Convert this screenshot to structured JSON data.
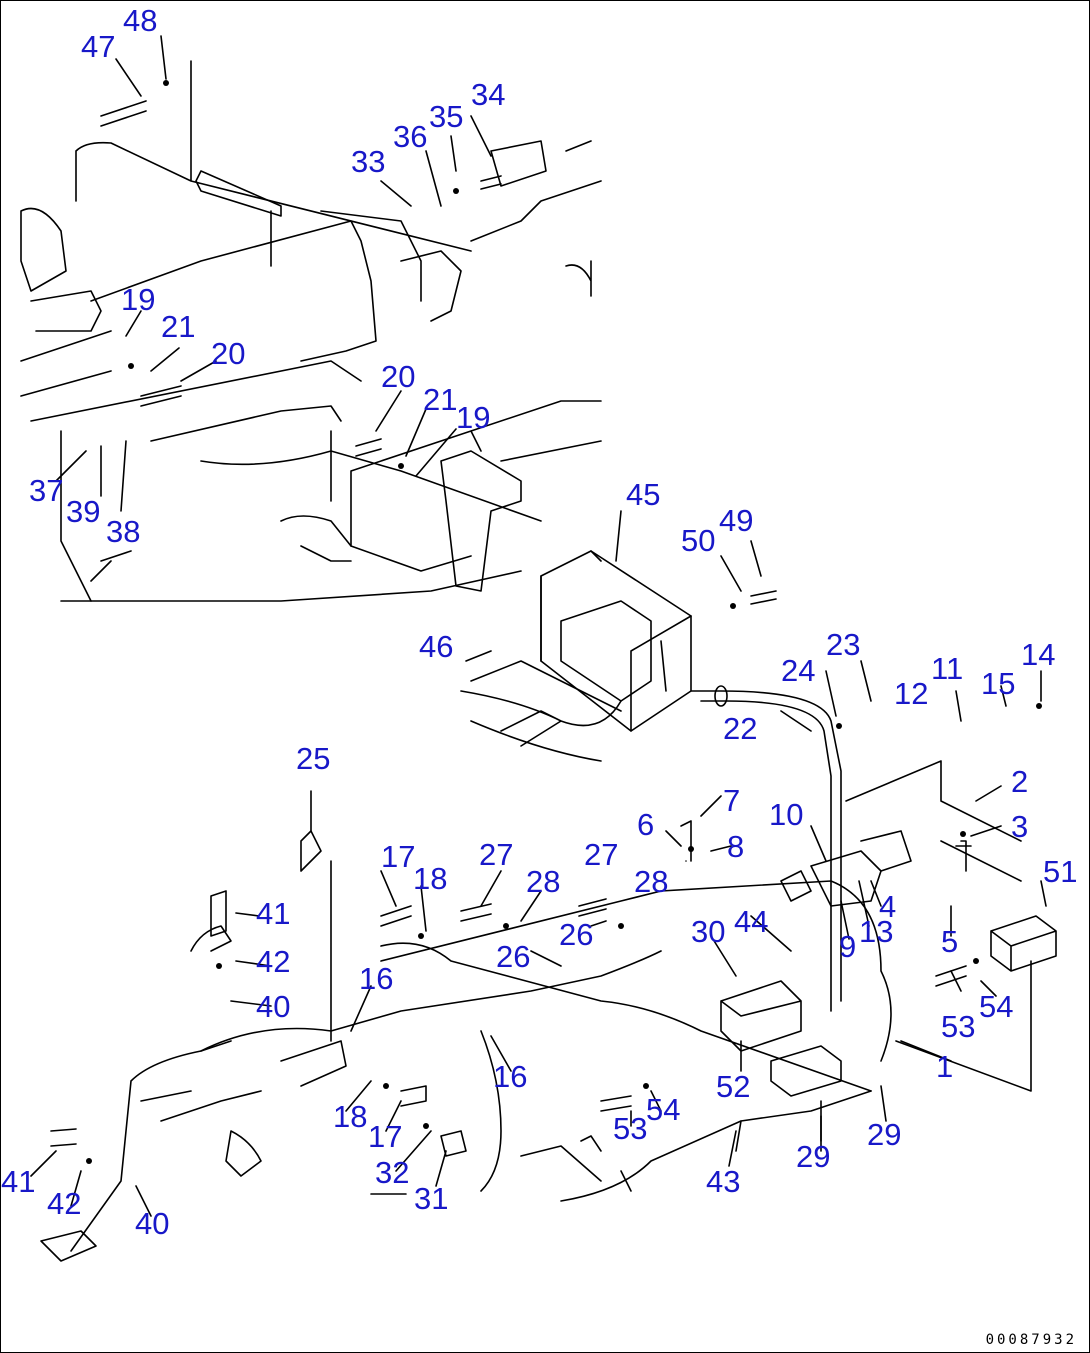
{
  "colors": {
    "callout": "#1818c8",
    "line": "#000000",
    "background": "#ffffff"
  },
  "drawing_number": "00087932",
  "callouts": [
    "47",
    "48",
    "34",
    "35",
    "36",
    "33",
    "19",
    "21",
    "20",
    "20",
    "21",
    "19",
    "37",
    "39",
    "38",
    "45",
    "50",
    "49",
    "46",
    "24",
    "23",
    "11",
    "12",
    "15",
    "14",
    "22",
    "25",
    "2",
    "3",
    "10",
    "7",
    "6",
    "8",
    "4",
    "13",
    "9",
    "5",
    "51",
    "17",
    "18",
    "27",
    "28",
    "27",
    "28",
    "26",
    "30",
    "44",
    "26",
    "41",
    "42",
    "40",
    "16",
    "16",
    "53",
    "54",
    "52",
    "1",
    "53",
    "54",
    "29",
    "29",
    "18",
    "17",
    "32",
    "31",
    "43",
    "41",
    "42",
    "40"
  ]
}
